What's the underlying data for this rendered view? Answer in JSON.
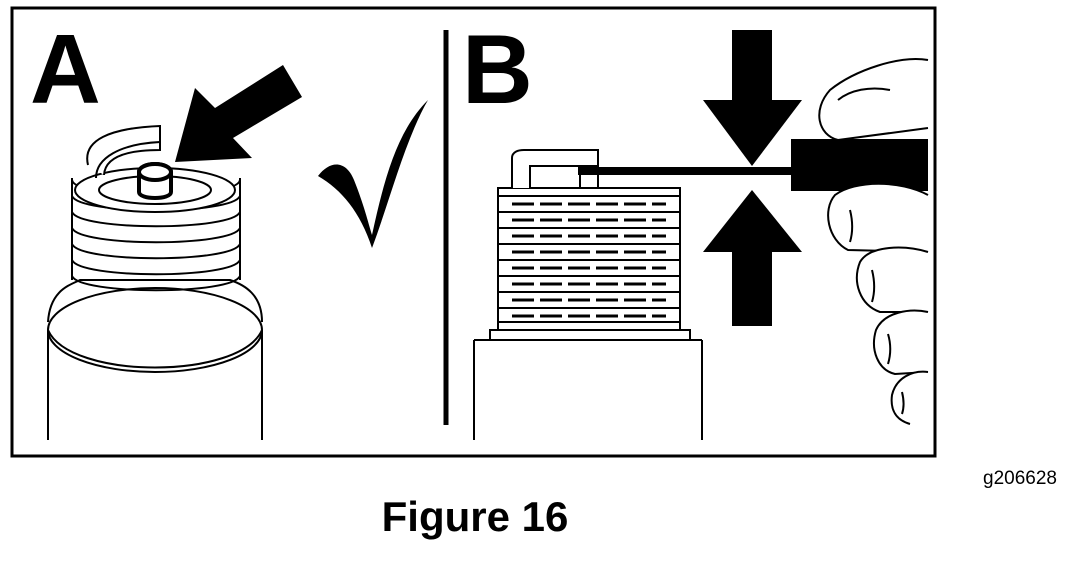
{
  "panels": {
    "a": {
      "label": "A"
    },
    "b": {
      "label": "B"
    }
  },
  "figure": {
    "id": "g206628",
    "caption": "Figure 16"
  },
  "colors": {
    "ink": "#000000",
    "paper": "#ffffff"
  },
  "icons": {
    "panel_a": [
      "spark-plug-icon",
      "pointer-arrow-icon",
      "checkmark-icon"
    ],
    "panel_b": [
      "spark-plug-icon",
      "feeler-gauge-icon",
      "gap-arrows-icon",
      "hand-icon"
    ]
  }
}
